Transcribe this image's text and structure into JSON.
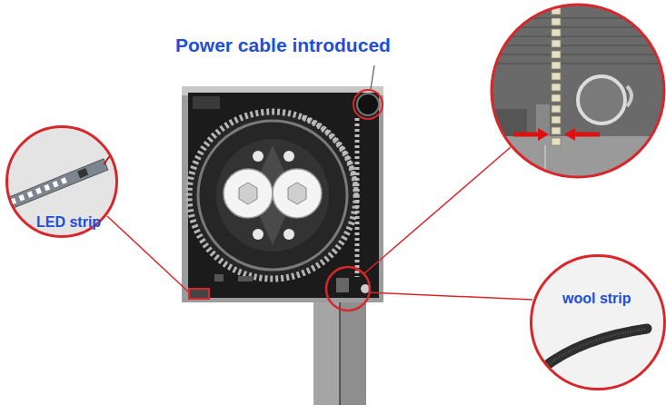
{
  "diagram": {
    "nodes": [
      {
        "text": [
          "LED strip"
        ]
      },
      {
        "text": [
          "wool strip"
        ]
      }
    ],
    "labels": [
      "Power cable introduced"
    ]
  }
}
